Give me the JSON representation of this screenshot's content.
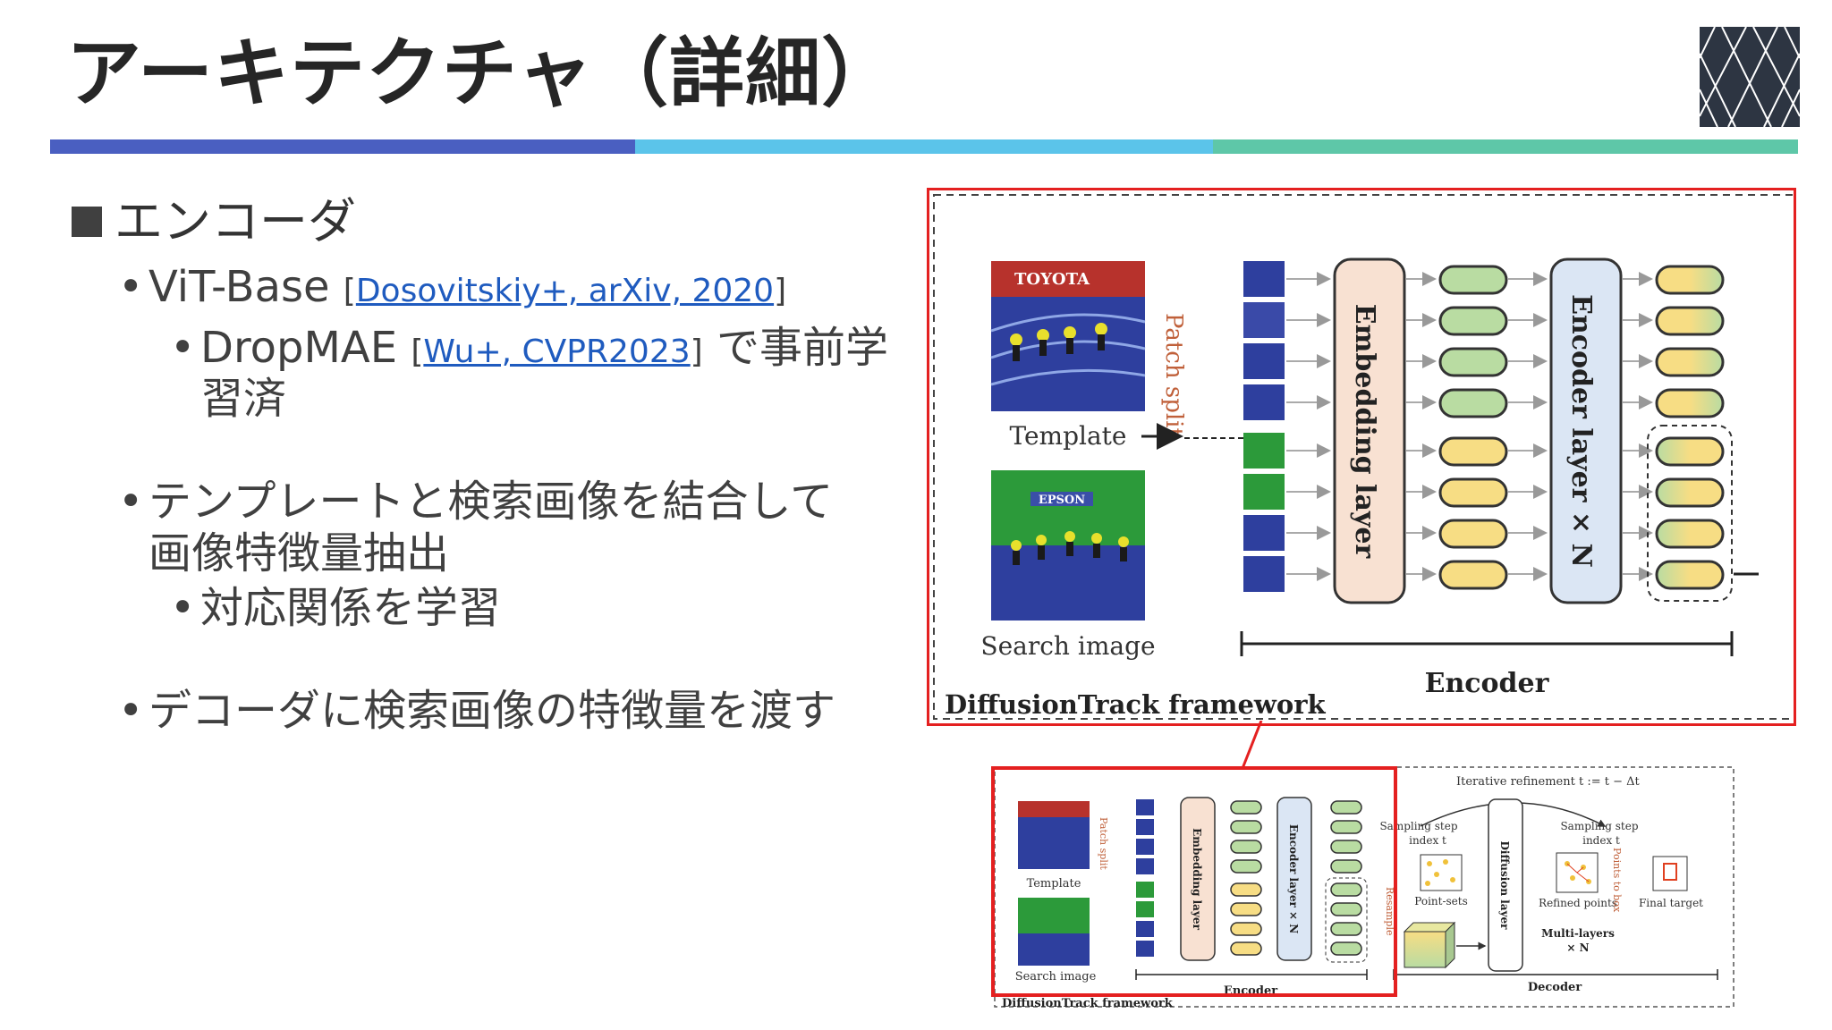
{
  "title": "アーキテクチャ（詳細）",
  "bullets": {
    "heading": "エンコーダ",
    "vit": {
      "text": "ViT-Base ",
      "bracket_open": "[",
      "cite": "Dosovitskiy+, arXiv, 2020",
      "bracket_close": "]"
    },
    "dropmae": {
      "text": "DropMAE ",
      "bracket_open": "[",
      "cite": "Wu+, CVPR2023",
      "bracket_close": "]",
      "suffix": " で事前学",
      "line2": "習済"
    },
    "concat": {
      "line1": "テンプレートと検索画像を結合して",
      "line2": "画像特徴量抽出"
    },
    "correspondence": "対応関係を学習",
    "decoder": "デコーダに検索画像の特徴量を渡す"
  },
  "figure": {
    "patch_split": "Patch split",
    "template": "Template",
    "search_image": "Search image",
    "embedding_layer": "Embedding layer",
    "encoder_layer": "Encoder layer × N",
    "encoder": "Encoder",
    "framework": "DiffusionTrack framework",
    "template_banner": "TOYOTA",
    "search_banner": "EPSON"
  },
  "small_figure": {
    "iterative": "Iterative refinement t := t − Δt",
    "sampling_step_1": "Sampling step",
    "index_t_1": "index t",
    "sampling_step_2": "Sampling step",
    "index_t_2": "index t",
    "diffusion_layer": "Diffusion layer",
    "point_sets": "Point-sets",
    "refined_points": "Refined points",
    "final_target": "Final target",
    "points_to_box": "Points to box",
    "resample": "Resample",
    "multi_layers": "Multi-layers",
    "times_n": "× N",
    "decoder": "Decoder",
    "encoder": "Encoder",
    "patch_split": "Patch split",
    "template": "Template",
    "search_image": "Search image",
    "embedding_layer": "Embedding layer",
    "encoder_layer": "Encoder layer × N",
    "framework": "DiffusionTrack framework"
  },
  "colors": {
    "band_blue": "#4a5fc1",
    "band_cyan": "#5bc4ea",
    "band_teal": "#5ec7a8",
    "highlight": "#e42020",
    "link": "#1f5bbf",
    "token_green": "#b9dca2",
    "token_yellow": "#f7dd84",
    "embed_fill": "#f8e1d2",
    "encoder_fill": "#dbe6f4"
  }
}
